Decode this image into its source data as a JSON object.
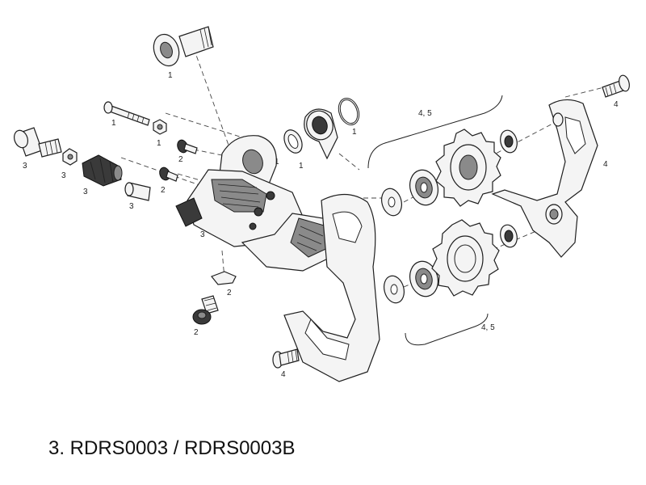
{
  "caption": "3. RDRS0003 / RDRS0003B",
  "callouts": {
    "upper_bolt": "1",
    "cable_bolt": "1",
    "cable_nut": "1",
    "pivot_washer": "1",
    "o_ring_washer": "1",
    "o_ring": "1",
    "adjuster_barrel": "3",
    "adjuster_spring": "3",
    "adjuster_knob": "3",
    "adjuster_sleeve": "3",
    "body_screw": "3",
    "limit_screw_top": "2",
    "limit_screw_mid": "2",
    "b_tension_plate": "2",
    "b_tension_screw": "2",
    "pulley_group_top": "4, 5",
    "pulley_group_bottom": "4, 5",
    "cage_bolt": "4",
    "inner_cage": "4",
    "lower_bolt": "4"
  }
}
